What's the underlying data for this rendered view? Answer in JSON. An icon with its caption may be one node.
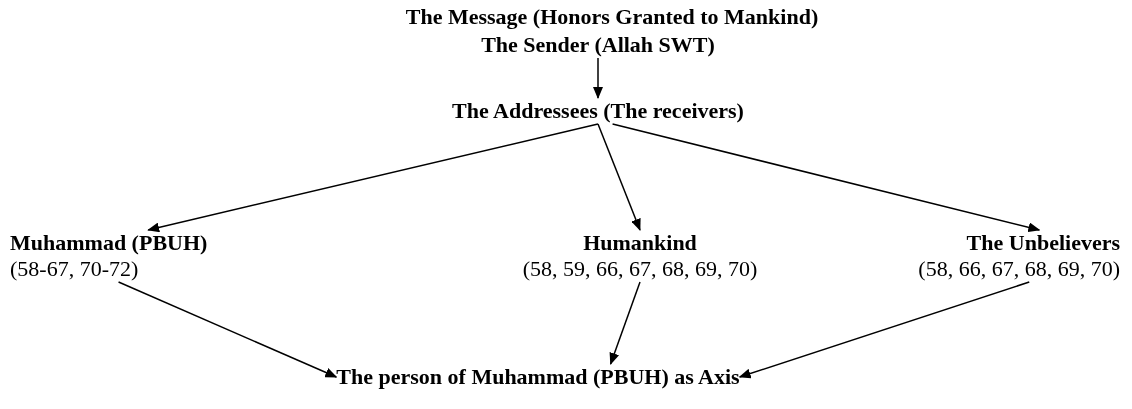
{
  "diagram": {
    "title": "The Message (Honors Granted to Mankind)",
    "nodes": [
      {
        "text": [
          "The Sender (Allah SWT)"
        ]
      },
      {
        "text": [
          "The Addressees (The receivers)"
        ]
      },
      {
        "text": [
          "Muhammad (PBUH)",
          "(58-67, 70-72)"
        ]
      },
      {
        "text": [
          "Humankind",
          "(58, 59, 66, 67, 68, 69, 70)"
        ]
      },
      {
        "text": [
          "The Unbelievers",
          "(58, 66, 67, 68, 69, 70)"
        ]
      },
      {
        "text": [
          "The person of Muhammad (PBUH) as Axis"
        ]
      }
    ],
    "edges": [
      {
        "from": 0,
        "to": 1,
        "arrow": "to"
      },
      {
        "from": 1,
        "to": 2,
        "arrow": "to"
      },
      {
        "from": 1,
        "to": 3,
        "arrow": "to"
      },
      {
        "from": 1,
        "to": 4,
        "arrow": "to"
      },
      {
        "from": 2,
        "to": 5,
        "arrow": "to"
      },
      {
        "from": 3,
        "to": 5,
        "arrow": "to"
      },
      {
        "from": 4,
        "to": 5,
        "arrow": "to"
      }
    ]
  }
}
